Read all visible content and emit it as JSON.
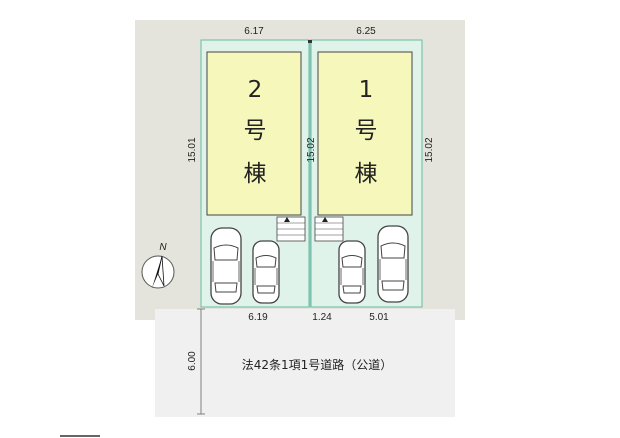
{
  "site_plan": {
    "lots": [
      {
        "number": "2",
        "name_line1": "号",
        "name_line2": "棟"
      },
      {
        "number": "1",
        "name_line1": "号",
        "name_line2": "棟"
      }
    ],
    "dimensions": {
      "top_left": "6.17",
      "top_right": "6.25",
      "left_side": "15.01",
      "center": "15.02",
      "right_side": "15.02",
      "bottom_left": "6.19",
      "bottom_center": "1.24",
      "bottom_right": "5.01",
      "road_width": "6.00"
    },
    "road_label": "法42条1項1号道路（公道）",
    "north_label": "N",
    "colors": {
      "surround": "#e4e4dc",
      "lot_fill": "#dff3ea",
      "lot_line": "#7ec3b0",
      "building_fill": "#f6f7ba",
      "road_fill": "#f0f0f0"
    }
  }
}
